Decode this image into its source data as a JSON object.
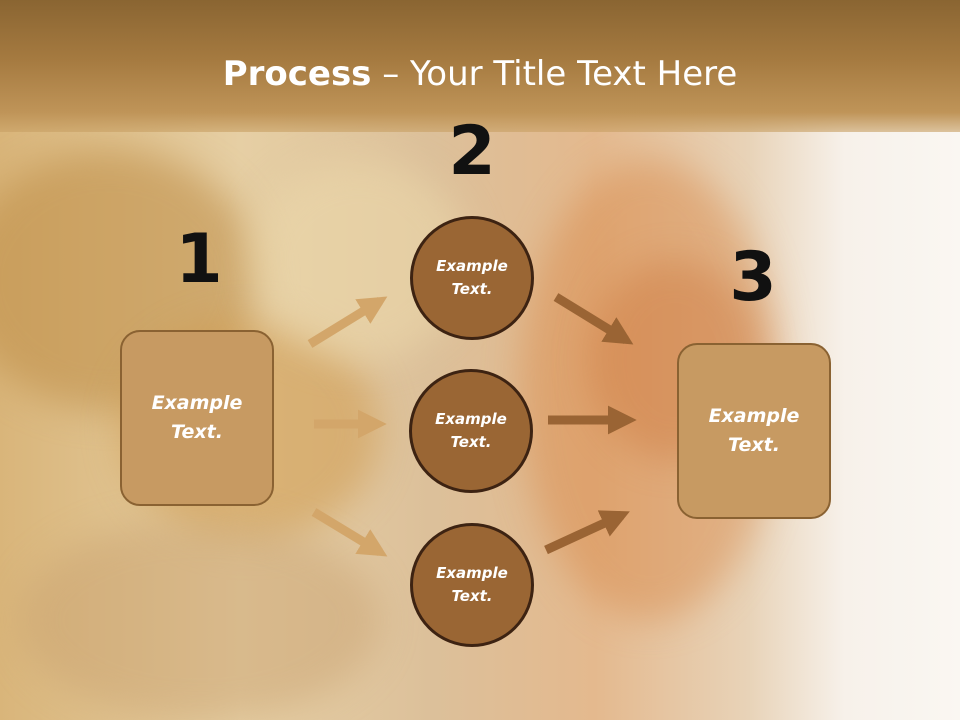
{
  "title": {
    "bold": "Process",
    "rest": " – Your Title Text Here"
  },
  "steps": [
    {
      "number": "1",
      "box_text": "Example Text."
    },
    {
      "number": "2"
    },
    {
      "number": "3",
      "box_text": "Example Text."
    }
  ],
  "circles": [
    {
      "text": "Example Text."
    },
    {
      "text": "Example Text."
    },
    {
      "text": "Example Text."
    }
  ],
  "colors": {
    "light_arrow": "#d3a66a",
    "dark_arrow": "#9a6434",
    "circle_fill": "#9a6634",
    "box_fill": "#c79a62"
  }
}
